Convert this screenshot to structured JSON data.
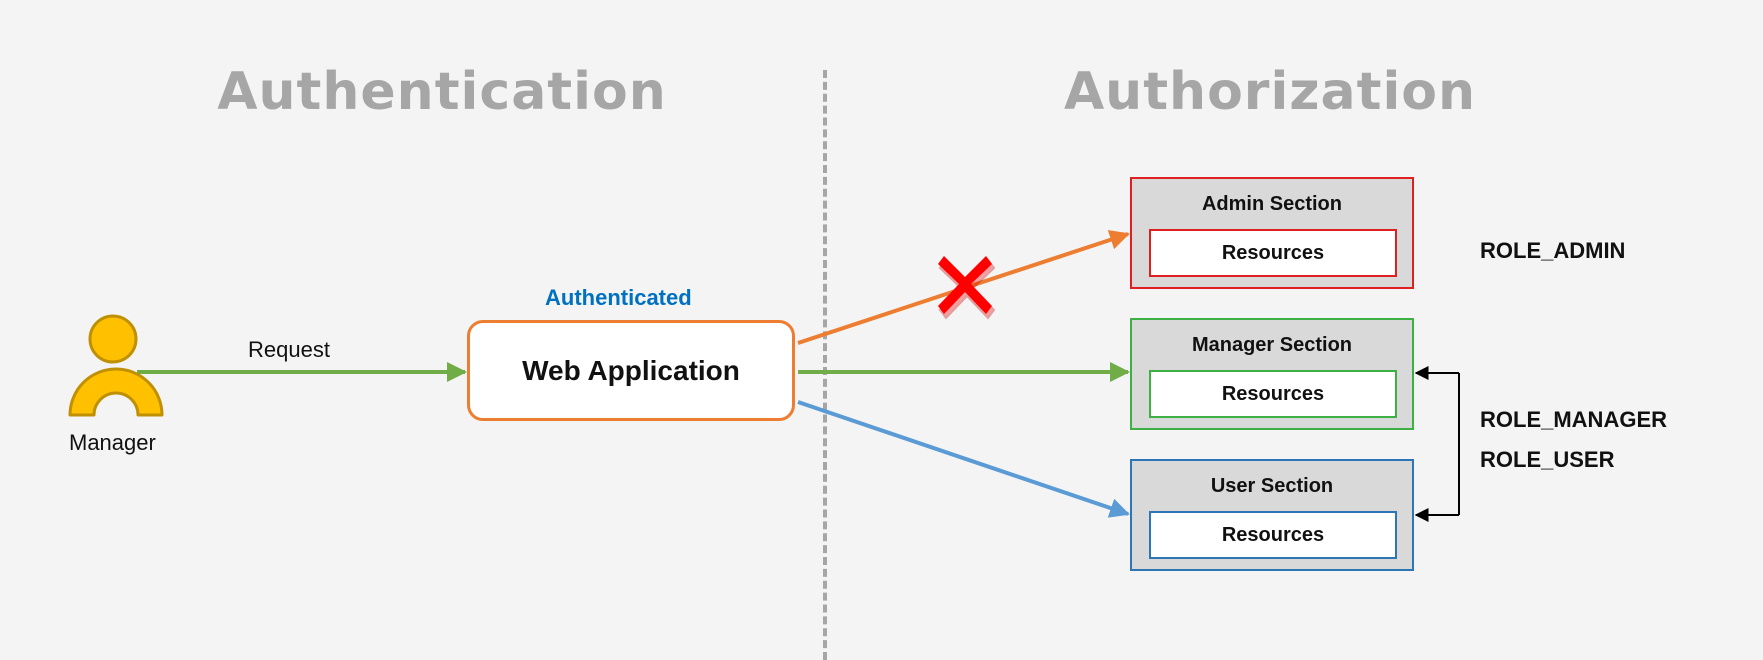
{
  "headings": {
    "authentication": "Authentication",
    "authorization": "Authorization"
  },
  "actor": {
    "icon": "user-icon",
    "label": "Manager"
  },
  "request_label": "Request",
  "status_label": "Authenticated",
  "web_app_label": "Web Application",
  "sections": {
    "admin": {
      "title": "Admin Section",
      "resources": "Resources",
      "color": "#e02020"
    },
    "manager": {
      "title": "Manager Section",
      "resources": "Resources",
      "color": "#3cb043"
    },
    "user": {
      "title": "User Section",
      "resources": "Resources",
      "color": "#2e75b6"
    }
  },
  "roles": {
    "admin": "ROLE_ADMIN",
    "manager": "ROLE_MANAGER",
    "user": "ROLE_USER"
  },
  "colors": {
    "request_arrow": "#70ad47",
    "admin_arrow": "#ed7d31",
    "manager_arrow": "#70ad47",
    "user_arrow": "#5b9bd5",
    "denied_mark": "#ff0000",
    "heading": "#a6a6a6",
    "authenticated": "#0070c0"
  },
  "denied_icon": "x-mark-icon"
}
